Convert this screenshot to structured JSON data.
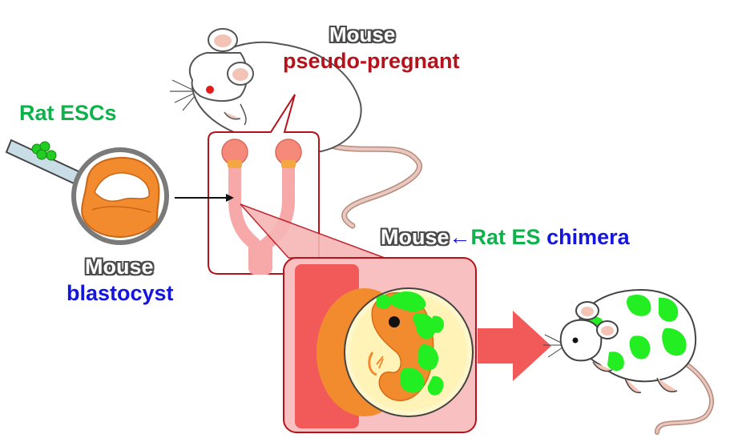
{
  "labels": {
    "mouse_top": "Mouse",
    "pseudo_pregnant": "pseudo-pregnant",
    "rat_escs": "Rat ESCs",
    "mouse_blastocyst_1": "Mouse",
    "mouse_blastocyst_2": "blastocyst",
    "chimera_mouse": "Mouse",
    "chimera_arrow": "←",
    "chimera_rat_es": "Rat ES",
    "chimera_word": "chimera"
  },
  "colors": {
    "green": "#0cb24a",
    "blue": "#1515e0",
    "dark_red": "#b5121b",
    "orange": "#f28a2e",
    "pink": "#f7a8a8",
    "bright_green": "#22ee22",
    "red_arrow": "#f25a5a"
  },
  "icons": {
    "pipette": "pipette-icon",
    "blastocyst": "blastocyst-icon",
    "mouse_white": "white-mouse-icon",
    "uterus": "uterus-icon",
    "embryo": "embryo-icon",
    "chimera_mouse": "chimera-mouse-icon"
  }
}
